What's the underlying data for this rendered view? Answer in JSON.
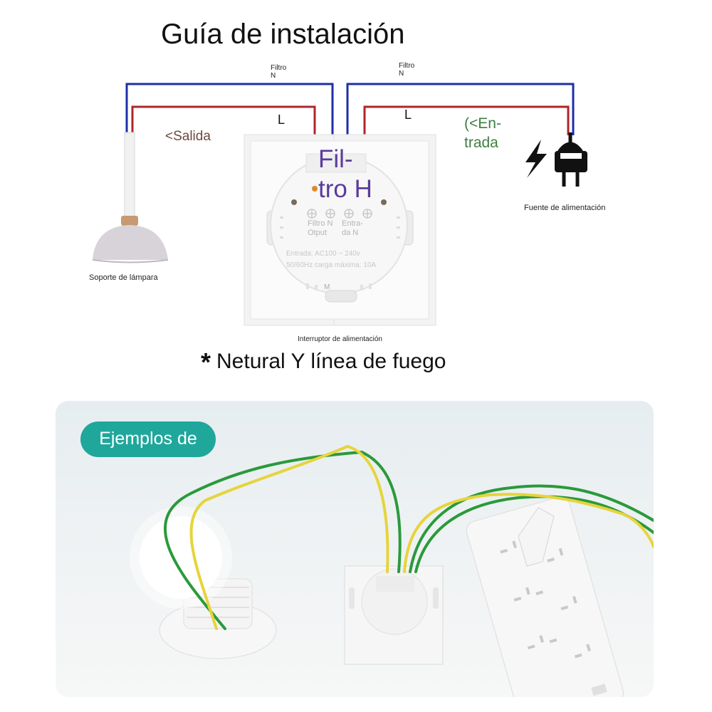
{
  "title": "Guía de instalación",
  "labels": {
    "filter_n_left": "Filtro\nN",
    "filter_n_right": "Filtro\nN",
    "l_left": "L",
    "l_right": "L",
    "output_arrow": "<Salida",
    "input_arrow": "(<En-\ntrada",
    "filter_h": "Fil-\ntro H",
    "lamp_holder": "Soporte de lámpara",
    "power_source": "Fuente de alimentación",
    "power_switch": "Interruptor de alimentación"
  },
  "switch_terminals": {
    "left": "Filtro N\nOtput",
    "right": "Entra-\nda N",
    "spec_line1": "Entrada: AC100 ~ 240v",
    "spec_line2": "50/60Hz carga máxima: 10A",
    "m_mark": "M"
  },
  "note": {
    "asterisk": "*",
    "text": "Netural Y línea de fuego"
  },
  "example": {
    "badge": "Ejemplos de"
  },
  "colors": {
    "neutral_wire": "#1c2fa8",
    "live_wire": "#b0242a",
    "badge": "#1fa79c",
    "filter_h_text": "#5a3b9c",
    "entrada_text": "#3f7d40",
    "salida_text": "#6b4a3c"
  },
  "icons": {
    "lightning": "lightning-icon",
    "plug": "plug-icon",
    "lamp": "pendant-lamp-icon"
  }
}
